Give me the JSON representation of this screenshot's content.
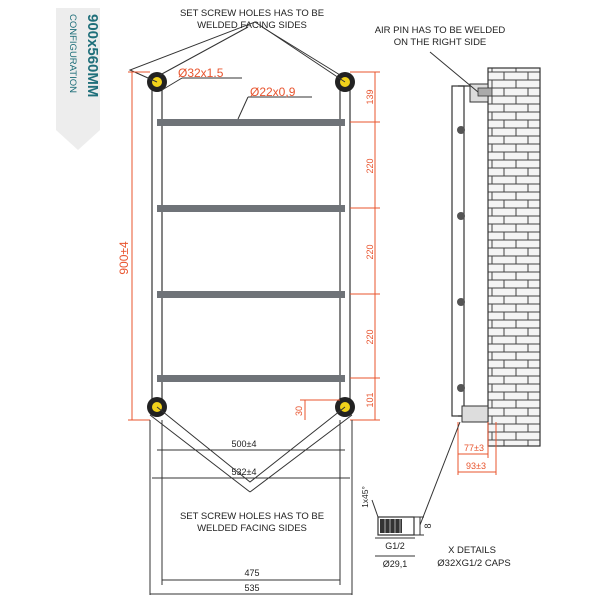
{
  "banner": {
    "title": "900x560MM",
    "subtitle": "CONFIGURATION",
    "accent": "#1f6f7a",
    "fill": "#ededed"
  },
  "notes": {
    "top_line1": "SET SCREW HOLES HAS TO BE",
    "top_line2": "WELDED FACING SIDES",
    "bottom_line1": "SET SCREW HOLES HAS TO BE",
    "bottom_line2": "WELDED FACING SIDES",
    "airpin_line1": "AIR PIN HAS TO BE WELDED",
    "airpin_line2": "ON THE RIGHT SIDE",
    "x_details": "X DETAILS",
    "caps": "Ø32XG1/2 CAPS"
  },
  "dims": {
    "tube": "Ø32x1.5",
    "bar": "Ø22x0,9",
    "height": "900±4",
    "gap_top": "139",
    "gap_1": "220",
    "gap_2": "220",
    "gap_3": "220",
    "gap_bottom": "101",
    "foot": "30",
    "w_500": "500±4",
    "w_532": "532±4",
    "w_475": "475",
    "w_535": "535",
    "side_77": "77±3",
    "side_93": "93±3",
    "chamfer": "1x45°",
    "thread": "G1/2",
    "cap_d": "Ø29,1",
    "cap_h": "8"
  },
  "colors": {
    "dim": "#e8542e",
    "line": "#3a3a3a",
    "bar": "#6f7378",
    "brick": "#f2f2f2",
    "fitting": "#f1d21b"
  }
}
